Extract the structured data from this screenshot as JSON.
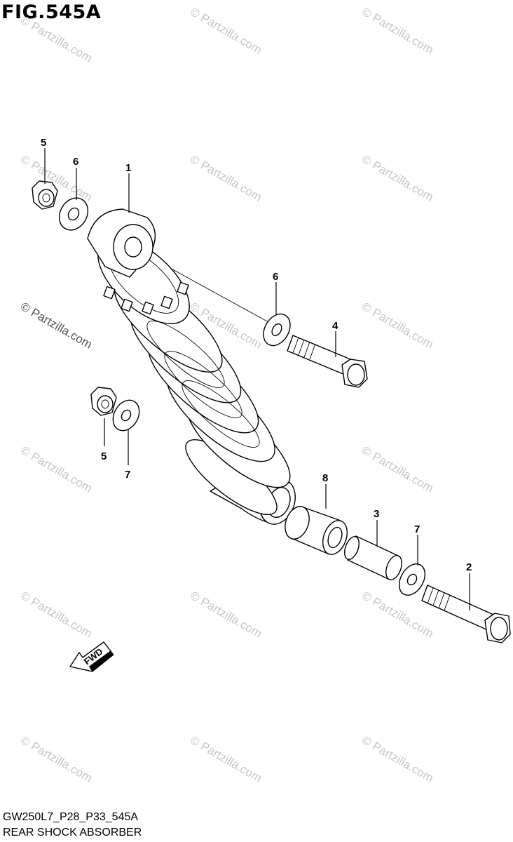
{
  "figure": {
    "title": "FIG.545A",
    "model_code": "GW250L7_P28_P33_545A",
    "part_group": "REAR SHOCK ABSORBER"
  },
  "callouts": [
    {
      "num": "1",
      "part": "rear shock absorber"
    },
    {
      "num": "2",
      "part": "lower bolt"
    },
    {
      "num": "3",
      "part": "inner spacer"
    },
    {
      "num": "4",
      "part": "upper bolt"
    },
    {
      "num": "5",
      "part": "upper nut"
    },
    {
      "num": "5",
      "part": "lower nut"
    },
    {
      "num": "6",
      "part": "upper washer left"
    },
    {
      "num": "6",
      "part": "upper washer right"
    },
    {
      "num": "7",
      "part": "lower washer left"
    },
    {
      "num": "7",
      "part": "lower washer right"
    },
    {
      "num": "8",
      "part": "bushing"
    }
  ],
  "direction_arrow": {
    "label": "FWD"
  },
  "watermark": {
    "text": "© Partzilla.com"
  },
  "colors": {
    "line": "#000000",
    "watermark": "#c6c6c6",
    "background": "#ffffff"
  }
}
